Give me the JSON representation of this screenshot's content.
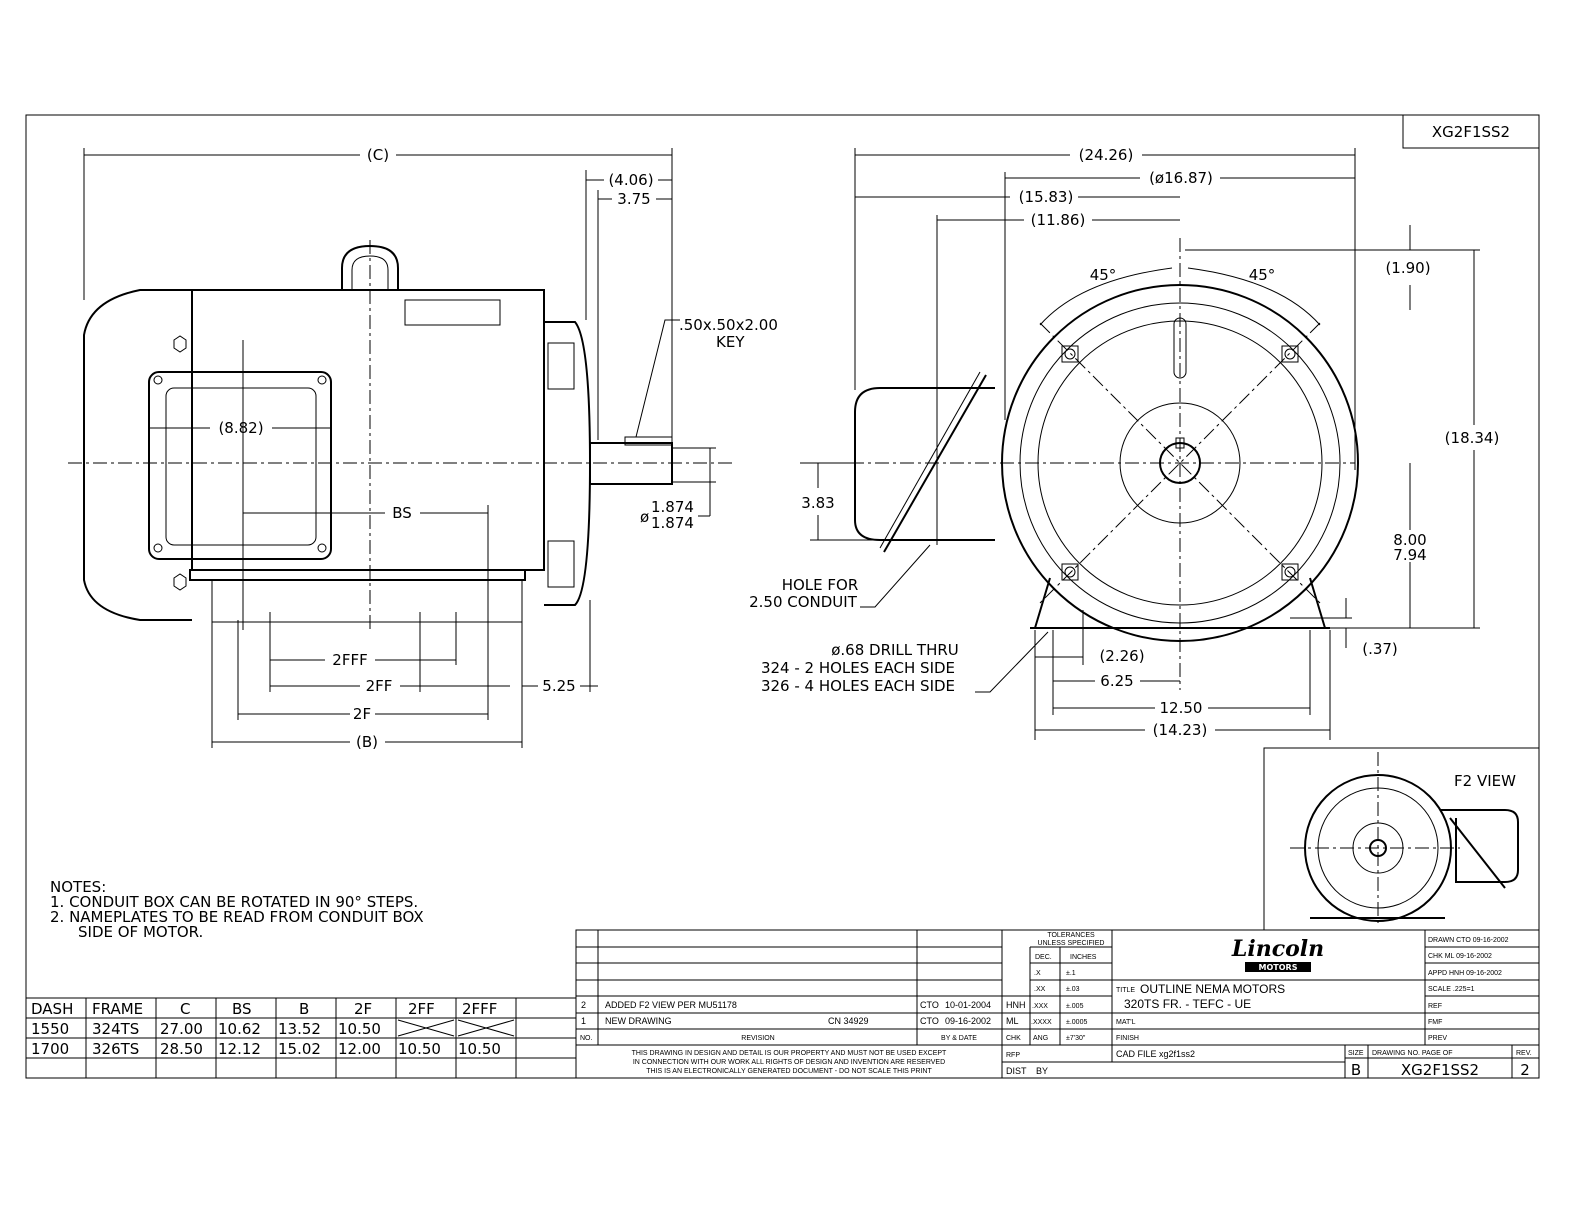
{
  "drawing_id": "XG2F1SS2",
  "side_view": {
    "dims": {
      "c": "(C)",
      "d406": "(4.06)",
      "d375": "3.75",
      "key": ".50x.50x2.00",
      "key2": "KEY",
      "d882": "(8.82)",
      "bs": "BS",
      "shaft1": "1.874",
      "shaft2": "1.874",
      "phi": "ø",
      "f3": "2FFF",
      "f2": "2FF",
      "d525": "5.25",
      "f1": "2F",
      "b": "(B)"
    }
  },
  "end_view": {
    "dims": {
      "d2426": "(24.26)",
      "d1687": "(ø16.87)",
      "d1583": "(15.83)",
      "d1186": "(11.86)",
      "a45l": "45°",
      "a45r": "45°",
      "d190": "(1.90)",
      "d1834": "(18.34)",
      "d383": "3.83",
      "hole1": "HOLE FOR",
      "hole2": "2.50 CONDUIT",
      "d800": "8.00",
      "d794": "7.94",
      "drill1": "ø.68 DRILL THRU",
      "drill2": "324 - 2 HOLES EACH SIDE",
      "drill3": "326 - 4 HOLES EACH SIDE",
      "d226": "(2.26)",
      "d625": "6.25",
      "d037": "(.37)",
      "d1250": "12.50",
      "d1423": "(14.23)"
    }
  },
  "f2_view": {
    "label": "F2 VIEW"
  },
  "notes": {
    "title": "NOTES:",
    "n1": "1. CONDUIT BOX CAN BE ROTATED IN 90° STEPS.",
    "n2a": "2. NAMEPLATES TO BE READ FROM CONDUIT BOX",
    "n2b": "SIDE OF MOTOR."
  },
  "dash_table": {
    "headers": [
      "DASH",
      "FRAME",
      "C",
      "BS",
      "B",
      "2F",
      "2FF",
      "2FFF"
    ],
    "rows": [
      [
        "1550",
        "324TS",
        "27.00",
        "10.62",
        "13.52",
        "10.50",
        "",
        ""
      ],
      [
        "1700",
        "326TS",
        "28.50",
        "12.12",
        "15.02",
        "12.00",
        "10.50",
        "10.50"
      ]
    ]
  },
  "title_block": {
    "rev_rows": [
      {
        "no": "2",
        "desc": "ADDED F2 VIEW PER MU51178",
        "cn": "",
        "by": "CTO",
        "date": "10-01-2004",
        "init": "HNH"
      },
      {
        "no": "1",
        "desc": "NEW DRAWING",
        "cn": "CN 34929",
        "by": "CTO",
        "date": "09-16-2002",
        "init": "ML"
      }
    ],
    "no_label": "NO.",
    "revision_label": "REVISION",
    "bydate_label": "BY & DATE",
    "chk_label": "CHK",
    "tol_title1": "TOLERANCES",
    "tol_title2": "UNLESS SPECIFIED",
    "tol_dec": "DEC.",
    "tol_inches": "INCHES",
    "tol_rows": [
      [
        ".X",
        "±.1"
      ],
      [
        ".XX",
        "±.03"
      ],
      [
        ".XXX",
        "±.005"
      ],
      [
        ".XXXX",
        "±.0005"
      ],
      [
        "ANG",
        "±7'30\""
      ]
    ],
    "brand": "Lincoln",
    "brand_sub": "MOTORS",
    "title_label": "TITLE",
    "title1": "OUTLINE NEMA MOTORS",
    "title2": "320TS FR. - TEFC - UE",
    "matl": "MAT'L",
    "finish": "FINISH",
    "rfp": "RFP",
    "dist": "DIST",
    "by": "BY",
    "cad_file": "CAD FILE xg2f1ss2",
    "disclaimer1": "THIS DRAWING IN DESIGN AND DETAIL IS OUR PROPERTY AND MUST NOT BE USED EXCEPT",
    "disclaimer2": "IN CONNECTION WITH OUR WORK ALL RIGHTS OF DESIGN AND INVENTION ARE RESERVED",
    "disclaimer3": "THIS IS AN ELECTRONICALLY GENERATED DOCUMENT - DO NOT SCALE THIS PRINT",
    "approvals": [
      "DRAWN CTO 09-16-2002",
      "CHK   ML  09-16-2002",
      "APPD  HNH 09-16-2002"
    ],
    "scale": "SCALE        .225=1",
    "ref": "REF",
    "fmf": "FMF",
    "prev": "PREV",
    "size_label": "SIZE",
    "size": "B",
    "drawing_no_label": "DRAWING NO.   PAGE   OF",
    "drawing_no": "XG2F1SS2",
    "rev_label": "REV.",
    "rev": "2"
  }
}
